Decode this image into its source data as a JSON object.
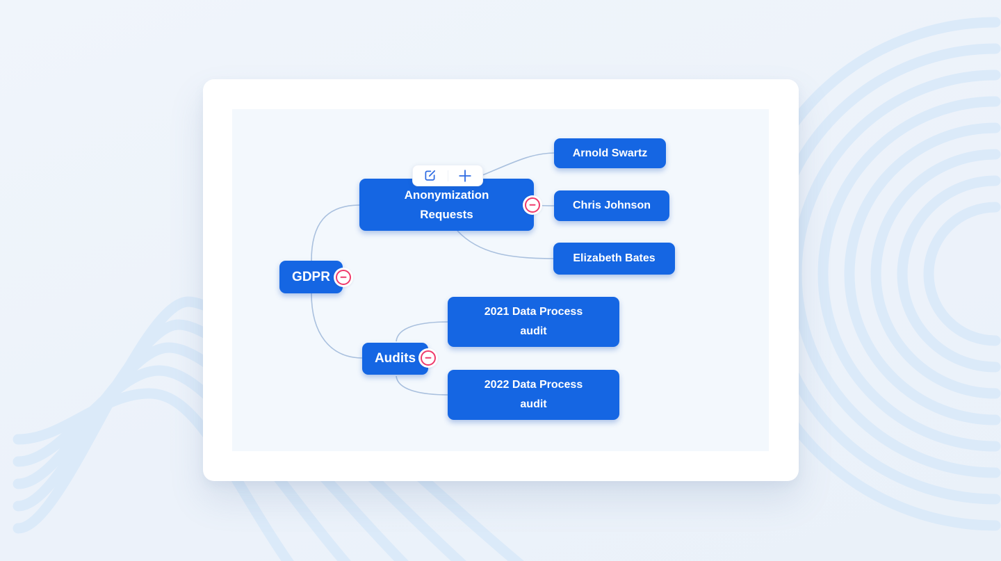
{
  "mindmap": {
    "root": {
      "label": "GDPR"
    },
    "branches": [
      {
        "label": "Anonymization Requests",
        "children": [
          {
            "label": "Arnold Swartz"
          },
          {
            "label": "Chris Johnson"
          },
          {
            "label": "Elizabeth Bates"
          }
        ]
      },
      {
        "label": "Audits",
        "children": [
          {
            "label": "2021 Data Process audit"
          },
          {
            "label": "2022 Data Process audit"
          }
        ]
      }
    ],
    "node_toolbar": {
      "icons": [
        "edit-icon",
        "add-child-icon"
      ]
    },
    "collapse_buttons": {
      "count": 3,
      "symbol": "minus"
    }
  },
  "colors": {
    "node_fill": "#1566e3",
    "node_text": "#ffffff",
    "collapse_accent": "#ef3a6b",
    "connector": "#a9c0de",
    "toolbar_icon": "#2e6be2",
    "canvas_bg": "#f3f8fd",
    "card_bg": "#ffffff",
    "page_bg": "#edf3fa",
    "wave": "#dbeaf9"
  }
}
